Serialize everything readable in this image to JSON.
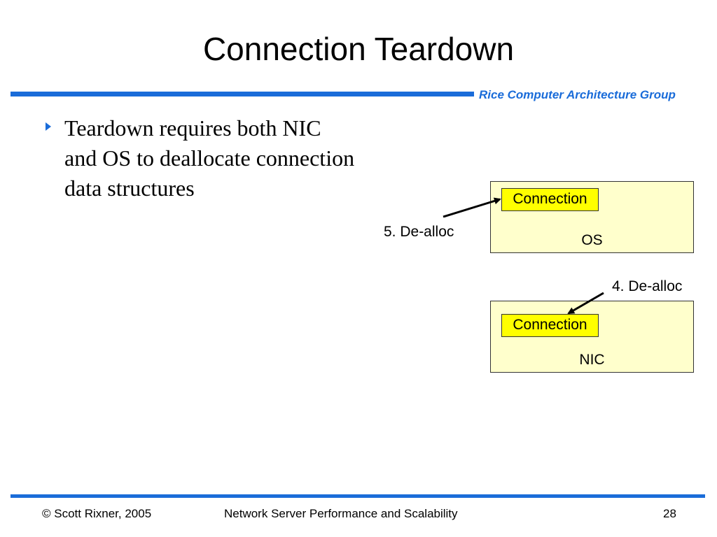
{
  "slide": {
    "title": "Connection Teardown",
    "header_group": "Rice Computer Architecture Group",
    "bullets": [
      "Teardown requires both NIC and OS to deallocate connection data structures"
    ]
  },
  "diagram": {
    "os_box": {
      "label": "OS",
      "item": "Connection"
    },
    "nic_box": {
      "label": "NIC",
      "item": "Connection"
    },
    "steps": [
      {
        "label": "5. De-alloc",
        "target": "OS Connection"
      },
      {
        "label": "4. De-alloc",
        "target": "NIC Connection"
      }
    ],
    "colors": {
      "box_fill": "#ffffcc",
      "item_fill": "#ffff00",
      "accent": "#1a6cd9"
    }
  },
  "footer": {
    "copyright": "© Scott Rixner, 2005",
    "course": "Network Server Performance and Scalability",
    "page_number": "28"
  }
}
